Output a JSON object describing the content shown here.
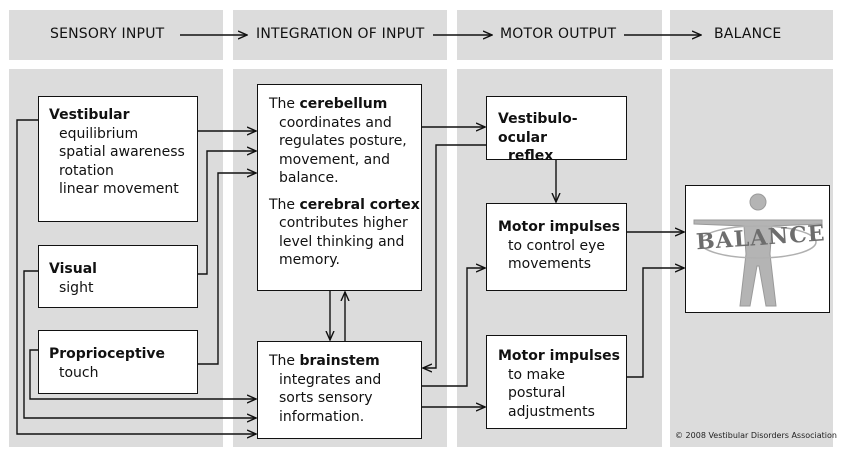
{
  "headers": [
    "SENSORY INPUT",
    "INTEGRATION OF INPUT",
    "MOTOR OUTPUT",
    "BALANCE"
  ],
  "boxes": {
    "vestibular": {
      "title": "Vestibular",
      "lines": [
        "equilibrium",
        "spatial awareness",
        "rotation",
        "linear movement"
      ]
    },
    "visual": {
      "title": "Visual",
      "lines": [
        "sight"
      ]
    },
    "proprioceptive": {
      "title": "Proprioceptive",
      "lines": [
        "touch"
      ]
    },
    "cerebellum": {
      "pre": "The ",
      "bold": "cerebellum",
      "lines": [
        "coordinates and",
        "regulates posture,",
        "movement, and",
        "balance."
      ]
    },
    "cortex": {
      "pre": "The ",
      "bold": "cerebral cortex",
      "lines": [
        "contributes higher",
        "level thinking and",
        "memory."
      ]
    },
    "brainstem": {
      "pre": "The ",
      "bold": "brainstem",
      "lines": [
        "integrates and",
        "sorts sensory",
        "information."
      ]
    },
    "vor": {
      "title1": "Vestibulo-ocular",
      "title2": "reflex"
    },
    "motor_eye": {
      "title": "Motor impulses",
      "lines": [
        "to control eye",
        "movements"
      ]
    },
    "motor_post": {
      "title": "Motor impulses",
      "lines": [
        "to make",
        "postural",
        "adjustments"
      ]
    },
    "balance_logo": {
      "text": "BALANCE"
    }
  },
  "copyright": "© 2008 Vestibular Disorders Association",
  "colors": {
    "panel": "#dcdcdc",
    "line": "#111111",
    "figure": "#9a9a9a"
  }
}
